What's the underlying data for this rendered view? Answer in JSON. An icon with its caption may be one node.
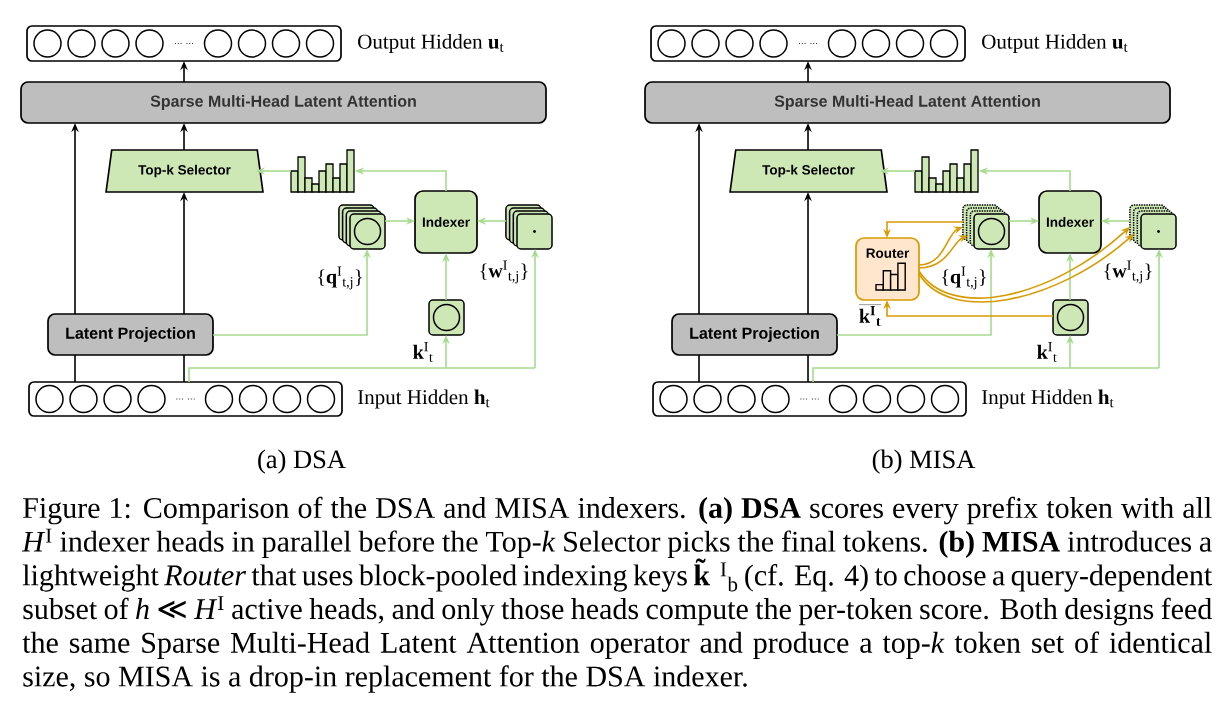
{
  "diagram": {
    "caption": "Figure 1: Comparison of the DSA and MISA indexers. **(a) DSA** scores every prefix token with all *H*$^{I}$ indexer heads in parallel before the Top-*k* Selector picks the final tokens. **(b) MISA** introduces a lightweight *Router* that uses block-pooled indexing keys **k̃**$^{I}$$_{b}$ (cf. Eq. 4) to choose a query-dependent subset of *h* ≪ *H*$^{I}$ active heads, and only those heads compute the per-token score. Both designs feed the same Sparse Multi-Head Latent Attention operator and produce a top-*k* token set of identical size, so MISA is a drop-in replacement for the DSA indexer.",
    "nodes": [
      {
        "text": [
          "… …"
        ],
        "beside": [
          "Output Hidden **u**$_{t}$"
        ]
      },
      {
        "text": [
          "Sparse Multi-Head Latent Attention"
        ]
      },
      {
        "text": [
          "Top-k Selector"
        ]
      },
      {
        "text": [],
        "shape": "picture"
      },
      {
        "text": [
          "Indexer"
        ]
      },
      {
        "text": [],
        "shape": "box",
        "beside": [
          "{**q**$^{I}$$_{t,j}$}"
        ]
      },
      {
        "text": [],
        "shape": "box",
        "beside": [
          "{**w**$^{I}$$_{t,j}$}"
        ]
      },
      {
        "text": [],
        "shape": "box",
        "beside": [
          "**k**$^{I}$$_{t}$"
        ]
      },
      {
        "text": [
          "Latent Projection"
        ]
      },
      {
        "text": [
          "… …"
        ],
        "beside": [
          "Input Hidden **h**$_{t}$"
        ]
      },
      {
        "text": [
          "… …"
        ],
        "beside": [
          "Output Hidden **u**$_{t}$"
        ]
      },
      {
        "text": [
          "Sparse Multi-Head Latent Attention"
        ]
      },
      {
        "text": [
          "Top-k Selector"
        ]
      },
      {
        "text": [],
        "shape": "picture"
      },
      {
        "text": [
          "Indexer"
        ]
      },
      {
        "text": [
          "Router"
        ],
        "beside": [
          "k$^{I}$$_{t}$"
        ]
      },
      {
        "text": [],
        "shape": "box",
        "beside": [
          "{**q**$^{I}$$_{t,j}$}"
        ]
      },
      {
        "text": [],
        "shape": "box",
        "beside": [
          "{**w**$^{I}$$_{t,j}$}"
        ]
      },
      {
        "text": [],
        "shape": "box",
        "beside": [
          "**k**$^{I}$$_{t}$"
        ]
      },
      {
        "text": [
          "Latent Projection"
        ]
      },
      {
        "text": [
          "… …"
        ],
        "beside": [
          "Input Hidden **h**$_{t}$"
        ]
      }
    ],
    "edges": [
      {
        "from": 9,
        "to": 8,
        "arrow": "none",
        "color": "#000000"
      },
      {
        "from": 9,
        "to": 8,
        "arrow": "none",
        "color": "#000000"
      },
      {
        "from": 8,
        "to": 1,
        "arrow": "to",
        "color": "#000000"
      },
      {
        "from": 8,
        "to": 2,
        "arrow": "to",
        "color": "#000000"
      },
      {
        "from": 2,
        "to": 1,
        "arrow": "to",
        "color": "#000000"
      },
      {
        "from": 1,
        "to": 0,
        "arrow": "to",
        "color": "#000000"
      },
      {
        "from": 3,
        "to": 2,
        "arrow": "to"
      },
      {
        "from": 4,
        "to": 3,
        "arrow": "to"
      },
      {
        "from": 5,
        "to": 4,
        "arrow": "to"
      },
      {
        "from": 6,
        "to": 4,
        "arrow": "to"
      },
      {
        "from": 7,
        "to": 4,
        "arrow": "to"
      },
      {
        "from": 8,
        "to": 5,
        "arrow": "to"
      },
      {
        "from": 9,
        "to": 7,
        "arrow": "to"
      },
      {
        "from": 9,
        "to": 6,
        "arrow": "to"
      },
      {
        "from": 20,
        "to": 19,
        "arrow": "none",
        "color": "#000000"
      },
      {
        "from": 20,
        "to": 19,
        "arrow": "none",
        "color": "#000000"
      },
      {
        "from": 19,
        "to": 11,
        "arrow": "to",
        "color": "#000000"
      },
      {
        "from": 19,
        "to": 12,
        "arrow": "to",
        "color": "#000000"
      },
      {
        "from": 12,
        "to": 11,
        "arrow": "to",
        "color": "#000000"
      },
      {
        "from": 11,
        "to": 10,
        "arrow": "to",
        "color": "#000000"
      },
      {
        "from": 13,
        "to": 12,
        "arrow": "to"
      },
      {
        "from": 14,
        "to": 13,
        "arrow": "to"
      },
      {
        "from": 16,
        "to": 14,
        "arrow": "to"
      },
      {
        "from": 17,
        "to": 14,
        "arrow": "to"
      },
      {
        "from": 18,
        "to": 14,
        "arrow": "to"
      },
      {
        "from": 19,
        "to": 16,
        "arrow": "to"
      },
      {
        "from": 20,
        "to": 18,
        "arrow": "to"
      },
      {
        "from": 20,
        "to": 17,
        "arrow": "to"
      },
      {
        "from": 16,
        "to": 15,
        "arrow": "to",
        "color": "#d79b00"
      },
      {
        "from": 15,
        "to": 16,
        "arrow": "to",
        "color": "#d79b00"
      },
      {
        "from": 15,
        "to": 16,
        "arrow": "to",
        "color": "#d79b00"
      },
      {
        "from": 15,
        "to": 17,
        "arrow": "to",
        "color": "#d79b00"
      },
      {
        "from": 15,
        "to": 17,
        "arrow": "to",
        "color": "#d79b00"
      },
      {
        "from": 18,
        "to": 15,
        "arrow": "to",
        "color": "#d79b00"
      }
    ],
    "labels": [
      "(a) DSA",
      "(b) MISA"
    ]
  }
}
